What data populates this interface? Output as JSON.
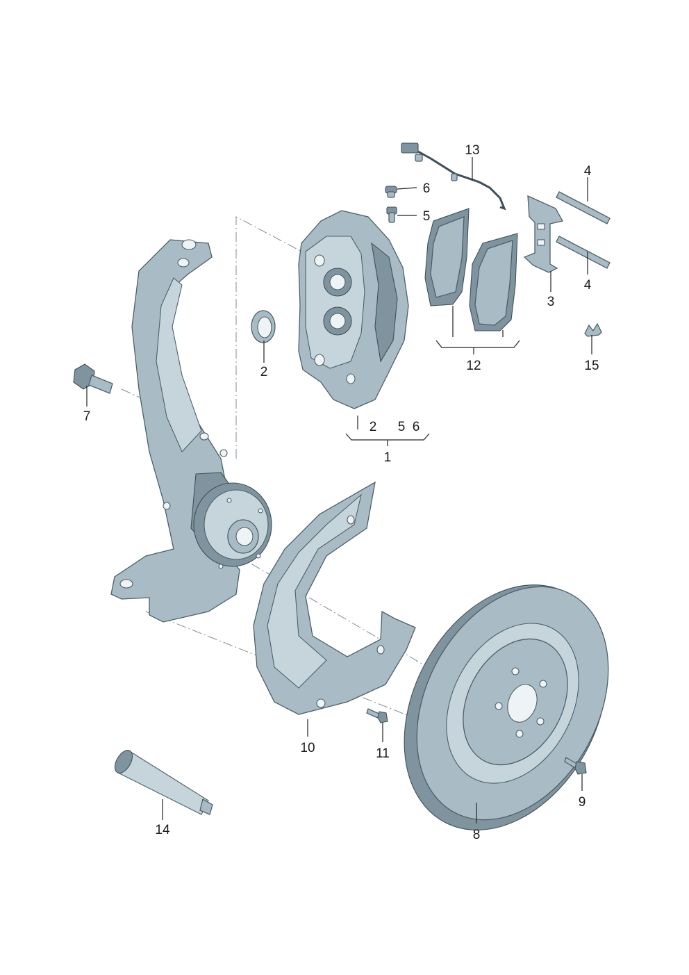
{
  "diagram": {
    "callouts": {
      "c1": "1",
      "c2": "2",
      "c2b": "2",
      "c3": "3",
      "c4a": "4",
      "c4b": "4",
      "c5": "5",
      "c5b": "5",
      "c6": "6",
      "c6b": "6",
      "c7": "7",
      "c8": "8",
      "c9": "9",
      "c10": "10",
      "c11": "11",
      "c12": "12",
      "c13": "13",
      "c14": "14",
      "c15": "15"
    },
    "parts": {
      "knuckle": "steering-knuckle",
      "caliper": "brake-caliper",
      "seal": "seal-ring",
      "pads": "brake-pads",
      "spring": "retaining-spring",
      "pins": "guide-pins",
      "sensor": "wear-sensor",
      "bleeder": "bleeder-valve",
      "cap": "dust-cap",
      "clip": "clip",
      "shield": "splash-shield",
      "disc": "brake-disc",
      "bolt7": "hex-bolt",
      "bolt9": "countersunk-screw",
      "bolt11": "shield-bolt",
      "tube": "grease-tube"
    },
    "colors": {
      "part": "#a9bcc6",
      "part_light": "#c6d5dc",
      "part_dark": "#7f949f",
      "outline": "#4d5f68",
      "text": "#1a1a1a"
    }
  }
}
